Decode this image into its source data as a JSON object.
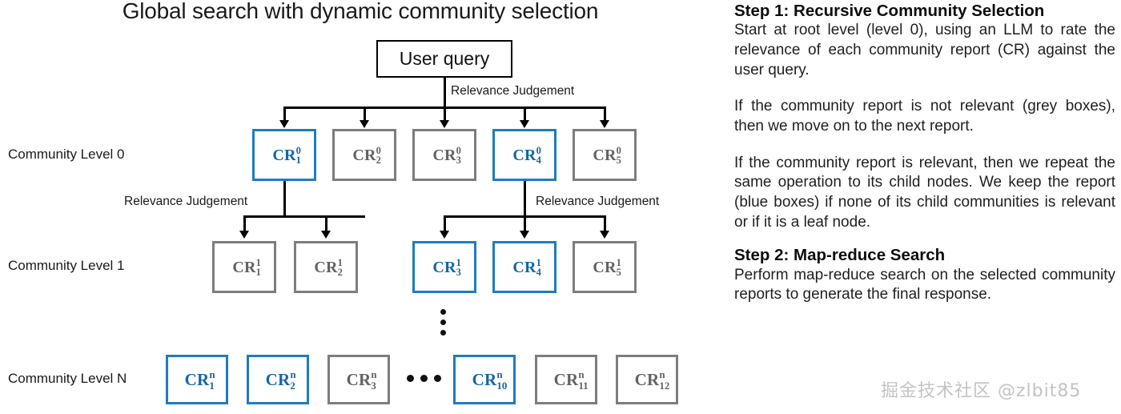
{
  "diagram": {
    "title": "Global search with dynamic community selection",
    "root": {
      "label": "User query"
    },
    "edge_labels": {
      "root": "Relevance Judgement",
      "left": "Relevance Judgement",
      "right": "Relevance Judgement"
    },
    "level_labels": {
      "level0": "Community Level 0",
      "level1": "Community Level 1",
      "levelN": "Community Level N"
    },
    "colors": {
      "relevant": "#1F7CC0",
      "not_relevant": "#7D7D7D",
      "connector": "#000000"
    },
    "legend_meaning": {
      "blue": "relevant community report (kept)",
      "grey": "not relevant community report"
    },
    "rows": [
      {
        "id": "level0",
        "label": "Community Level 0",
        "nodes": [
          {
            "base": "CR",
            "sup": "0",
            "sub": "1",
            "state": "relevant"
          },
          {
            "base": "CR",
            "sup": "0",
            "sub": "2",
            "state": "not-relevant"
          },
          {
            "base": "CR",
            "sup": "0",
            "sub": "3",
            "state": "not-relevant"
          },
          {
            "base": "CR",
            "sup": "0",
            "sub": "4",
            "state": "relevant"
          },
          {
            "base": "CR",
            "sup": "0",
            "sub": "5",
            "state": "not-relevant"
          }
        ]
      },
      {
        "id": "level1",
        "label": "Community Level 1",
        "nodes": [
          {
            "base": "CR",
            "sup": "1",
            "sub": "1",
            "state": "not-relevant"
          },
          {
            "base": "CR",
            "sup": "1",
            "sub": "2",
            "state": "not-relevant"
          },
          {
            "base": "CR",
            "sup": "1",
            "sub": "3",
            "state": "relevant"
          },
          {
            "base": "CR",
            "sup": "1",
            "sub": "4",
            "state": "relevant"
          },
          {
            "base": "CR",
            "sup": "1",
            "sub": "5",
            "state": "not-relevant"
          }
        ]
      },
      {
        "id": "levelN",
        "label": "Community Level N",
        "nodes": [
          {
            "base": "CR",
            "sup": "n",
            "sub": "1",
            "state": "relevant"
          },
          {
            "base": "CR",
            "sup": "n",
            "sub": "2",
            "state": "relevant"
          },
          {
            "base": "CR",
            "sup": "n",
            "sub": "3",
            "state": "not-relevant"
          },
          {
            "base": "CR",
            "sup": "n",
            "sub": "10",
            "state": "relevant"
          },
          {
            "base": "CR",
            "sup": "n",
            "sub": "11",
            "state": "not-relevant"
          },
          {
            "base": "CR",
            "sup": "n",
            "sub": "12",
            "state": "not-relevant"
          }
        ]
      }
    ]
  },
  "steps": [
    {
      "heading": "Step 1: Recursive Community Selection",
      "paragraphs": [
        "Start at root level (level 0), using an LLM to rate the relevance of each community report (CR) against the user query.",
        "If the community report is not relevant (grey boxes), then we move on to the next report.",
        "If the community report is relevant, then we repeat the same operation to its child nodes. We keep the report (blue boxes) if none of its child communities is relevant or if it is a leaf node."
      ]
    },
    {
      "heading": "Step 2: Map-reduce Search",
      "paragraphs": [
        "Perform map-reduce search on the selected community reports to generate the final response."
      ]
    }
  ],
  "watermark": "掘金技术社区 @zlbit85"
}
